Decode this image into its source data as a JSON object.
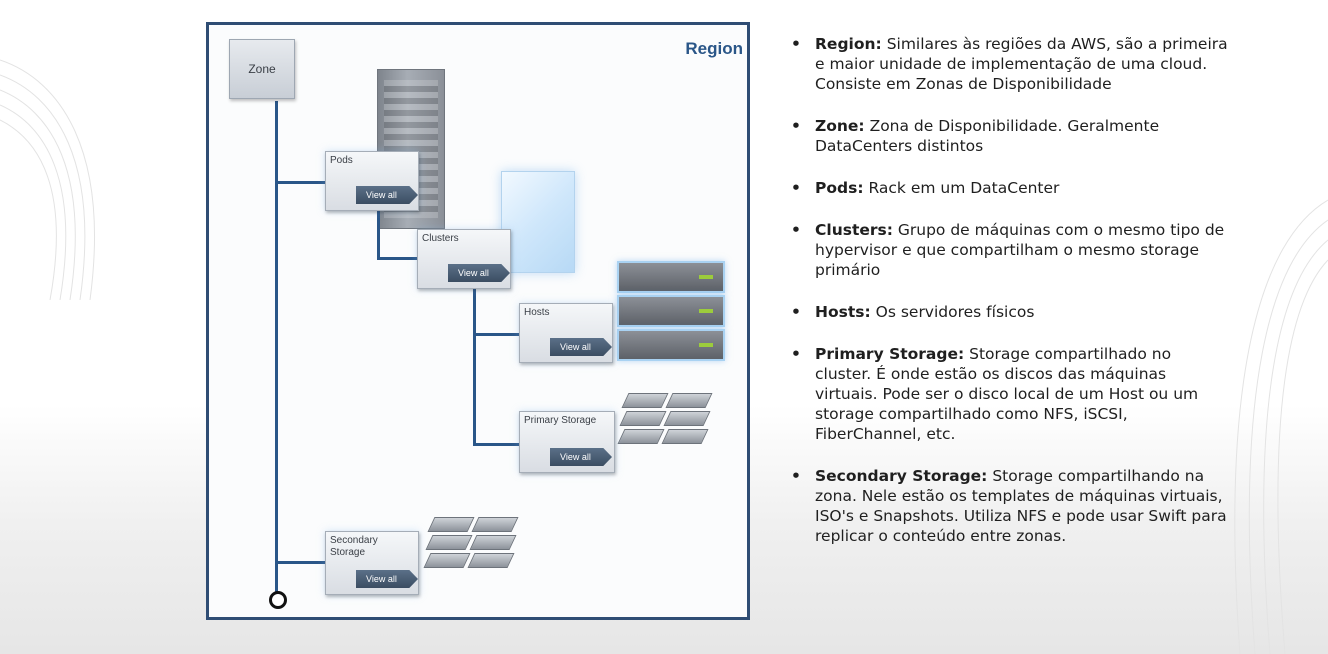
{
  "diagram": {
    "region_label": "Region",
    "zone_label": "Zone",
    "nodes": [
      {
        "title": "Pods",
        "button": "View all"
      },
      {
        "title": "Clusters",
        "button": "View all"
      },
      {
        "title": "Hosts",
        "button": "View all"
      },
      {
        "title": "Primary Storage",
        "button": "View all"
      },
      {
        "title": "Secondary Storage",
        "button": "View all"
      }
    ],
    "colors": {
      "frame": "#2f4d74",
      "line": "#2a5688",
      "button": "#3b4d62"
    }
  },
  "bullets": [
    {
      "term": "Region:",
      "text": "Similares às regiões da AWS, são a primeira e maior unidade de implementação de uma cloud. Consiste em Zonas de Disponibilidade"
    },
    {
      "term": "Zone:",
      "text": "Zona de Disponibilidade. Geralmente DataCenters distintos"
    },
    {
      "term": "Pods:",
      "text": "Rack em um DataCenter"
    },
    {
      "term": "Clusters:",
      "text": "Grupo de máquinas com o mesmo tipo de hypervisor e que compartilham o mesmo storage primário"
    },
    {
      "term": "Hosts:",
      "text": "Os servidores físicos"
    },
    {
      "term": "Primary Storage:",
      "text": "Storage compartilhado no cluster. É onde estão os discos das máquinas virtuais. Pode ser o disco local de um Host ou um storage compartilhado como NFS, iSCSI, FiberChannel, etc."
    },
    {
      "term": "Secondary Storage:",
      "text": "Storage compartilhando na zona. Nele estão os templates de máquinas virtuais, ISO's e Snapshots. Utiliza NFS e pode usar Swift para replicar o conteúdo entre zonas."
    }
  ]
}
